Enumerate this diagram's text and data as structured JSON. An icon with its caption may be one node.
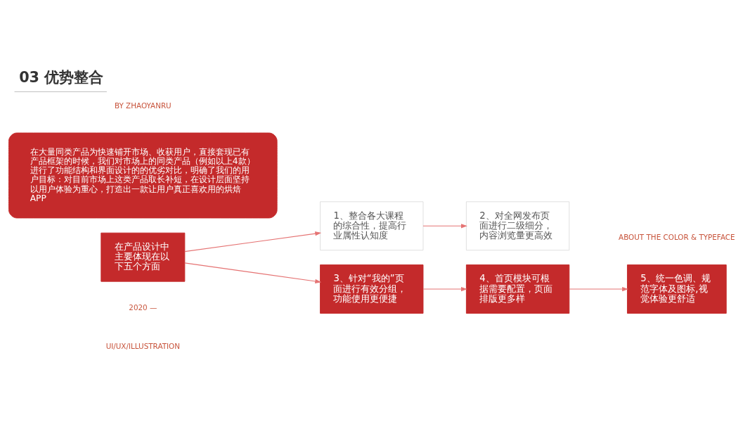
{
  "diagram": {
    "title": "03 优势整合",
    "nodes": [
      {
        "text": [
          "在大量同类产品为快速铺开市场、收获用户，直接套现已有产品框架的时候，我们对市场上的同类产品（例如以上4款）进行了功能结构和界面设计的的优劣对比，明确了我们的用户目标：对目前市场上这类产品取长补短，在设计层面坚持以用户体验为重心，打造出一款让用户真正喜欢用的烘焙APP"
        ]
      },
      {
        "text": [
          "在产品设计中主要体现在以下五个方面"
        ]
      },
      {
        "text": [
          "1、整合各大课程的综合性，提高行业属性认知度"
        ]
      },
      {
        "text": [
          "2、对全网发布页面进行二级细分，内容浏览量更高效"
        ]
      },
      {
        "text": [
          "3、针对“我的”页面进行有效分组，功能使用更便捷"
        ]
      },
      {
        "text": [
          "4、首页模块可根据需要配置，页面排版更多样"
        ]
      },
      {
        "text": [
          "5、统一色调、规范字体及图标,视觉体验更舒适"
        ]
      }
    ],
    "edges": [
      {
        "from": 1,
        "to": 2,
        "arrow": "to"
      },
      {
        "from": 1,
        "to": 4,
        "arrow": "to"
      },
      {
        "from": 2,
        "to": 3,
        "arrow": "to"
      },
      {
        "from": 4,
        "to": 5,
        "arrow": "to"
      },
      {
        "from": 5,
        "to": 6,
        "arrow": "to"
      }
    ],
    "labels": [
      "BY ZHAOYANRU",
      "2020 —",
      "UI/UX/ILLUSTRATION",
      "ABOUT THE COLOR & TYPEFACE"
    ]
  }
}
